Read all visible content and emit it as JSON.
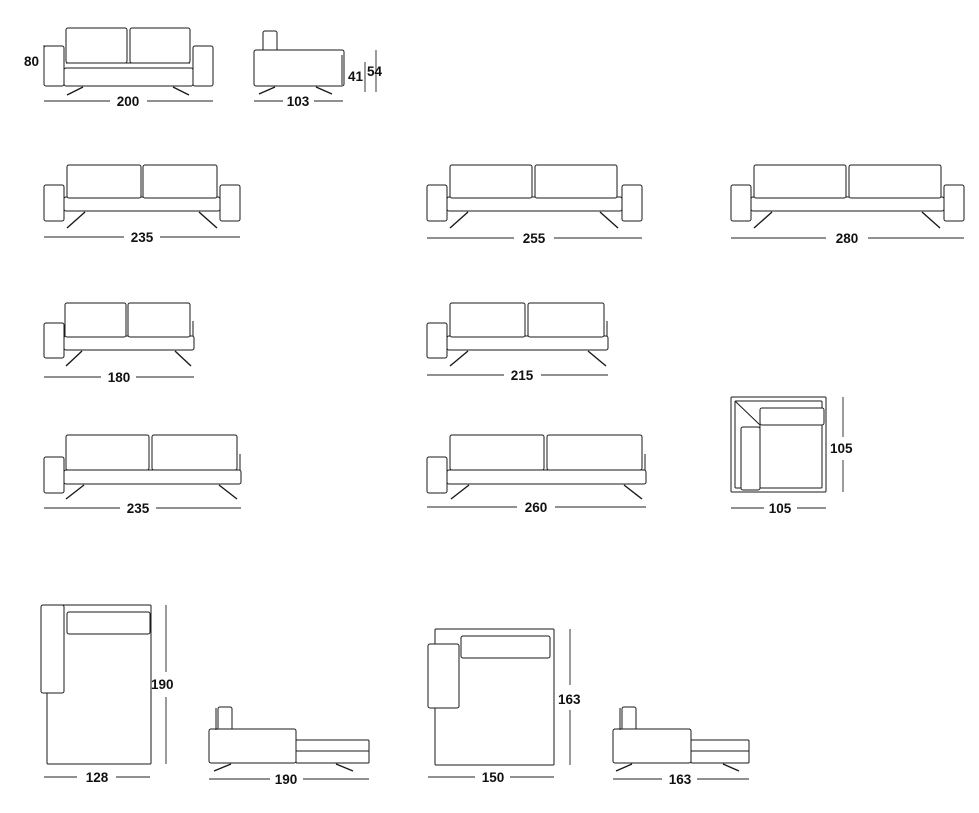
{
  "dimension_labels": {
    "sofa_200_height": "80",
    "sofa_200_width": "200",
    "side_depth": "103",
    "side_seat_height": "41",
    "side_total_height": "54",
    "sofa_235_width": "235",
    "sofa_255_width": "255",
    "sofa_280_width": "280",
    "sofa_180_width": "180",
    "sofa_215_width": "215",
    "sofa_235b_width": "235",
    "sofa_260_width": "260",
    "corner_width": "105",
    "corner_depth": "105",
    "chaise_128_width": "128",
    "chaise_128_length": "190",
    "chaise_side_190_length": "190",
    "chaise_150_width": "150",
    "chaise_150_length": "163",
    "chaise_side_163_length": "163"
  }
}
